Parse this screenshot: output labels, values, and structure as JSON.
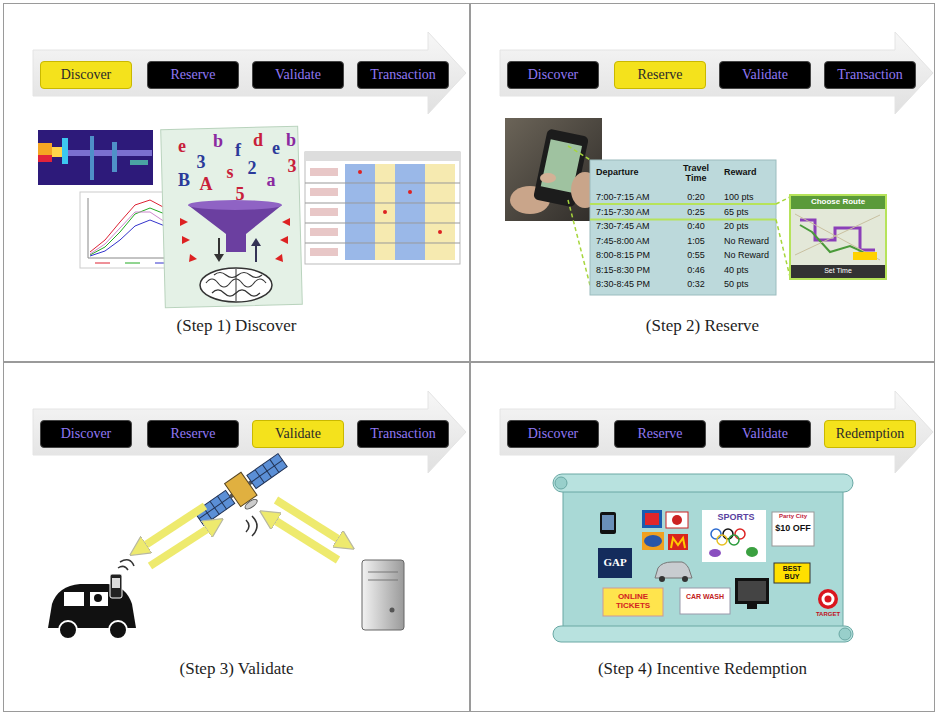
{
  "diagram": {
    "nodes": [
      {
        "text": [
          "(Step 1) Discover"
        ]
      },
      {
        "text": [
          "Discover"
        ],
        "in": 0
      },
      {
        "text": [
          "Reserve"
        ],
        "in": 0
      },
      {
        "text": [
          "Validate"
        ],
        "in": 0
      },
      {
        "text": [
          "Transaction"
        ],
        "in": 0
      },
      {
        "text": [
          "(Step 2) Reserve"
        ]
      },
      {
        "text": [
          "Discover"
        ],
        "in": 5
      },
      {
        "text": [
          "Reserve"
        ],
        "in": 5
      },
      {
        "text": [
          "Validate"
        ],
        "in": 5
      },
      {
        "text": [
          "Transaction"
        ],
        "in": 5
      },
      {
        "text": [
          "(Step 3) Validate"
        ]
      },
      {
        "text": [
          "Discover"
        ],
        "in": 10
      },
      {
        "text": [
          "Reserve"
        ],
        "in": 10
      },
      {
        "text": [
          "Validate"
        ],
        "in": 10
      },
      {
        "text": [
          "Transaction"
        ],
        "in": 10
      },
      {
        "text": [
          "(Step 4) Incentive Redemption"
        ]
      },
      {
        "text": [
          "Discover"
        ],
        "in": 15
      },
      {
        "text": [
          "Reserve"
        ],
        "in": 15
      },
      {
        "text": [
          "Validate"
        ],
        "in": 15
      },
      {
        "text": [
          "Redemption"
        ],
        "in": 15
      }
    ],
    "labels": [
      "Departure",
      "Travel Time",
      "Reward",
      "7:00-7:15 AM",
      "0:20",
      "100 pts",
      "7:15-7:30 AM",
      "0:25",
      "65 pts",
      "7:30-7:45 AM",
      "0:40",
      "20 pts",
      "7:45-8:00 AM",
      "1:05",
      "No Reward",
      "8:00-8:15 PM",
      "0:55",
      "No Reward",
      "8:15-8:30 PM",
      "0:46",
      "40 pts",
      "8:30-8:45 PM",
      "0:32",
      "50 pts",
      "Choose Route",
      "Set Time",
      "e",
      "3",
      "b",
      "f",
      "d",
      "e",
      "b",
      "3",
      "B",
      "A",
      "s",
      "2",
      "a",
      "5",
      "GAP",
      "SPORTS",
      "Party City",
      "$10 OFF",
      "BEST BUY",
      "TARGET",
      "ONLINE TICKETS",
      "CAR WASH"
    ]
  }
}
